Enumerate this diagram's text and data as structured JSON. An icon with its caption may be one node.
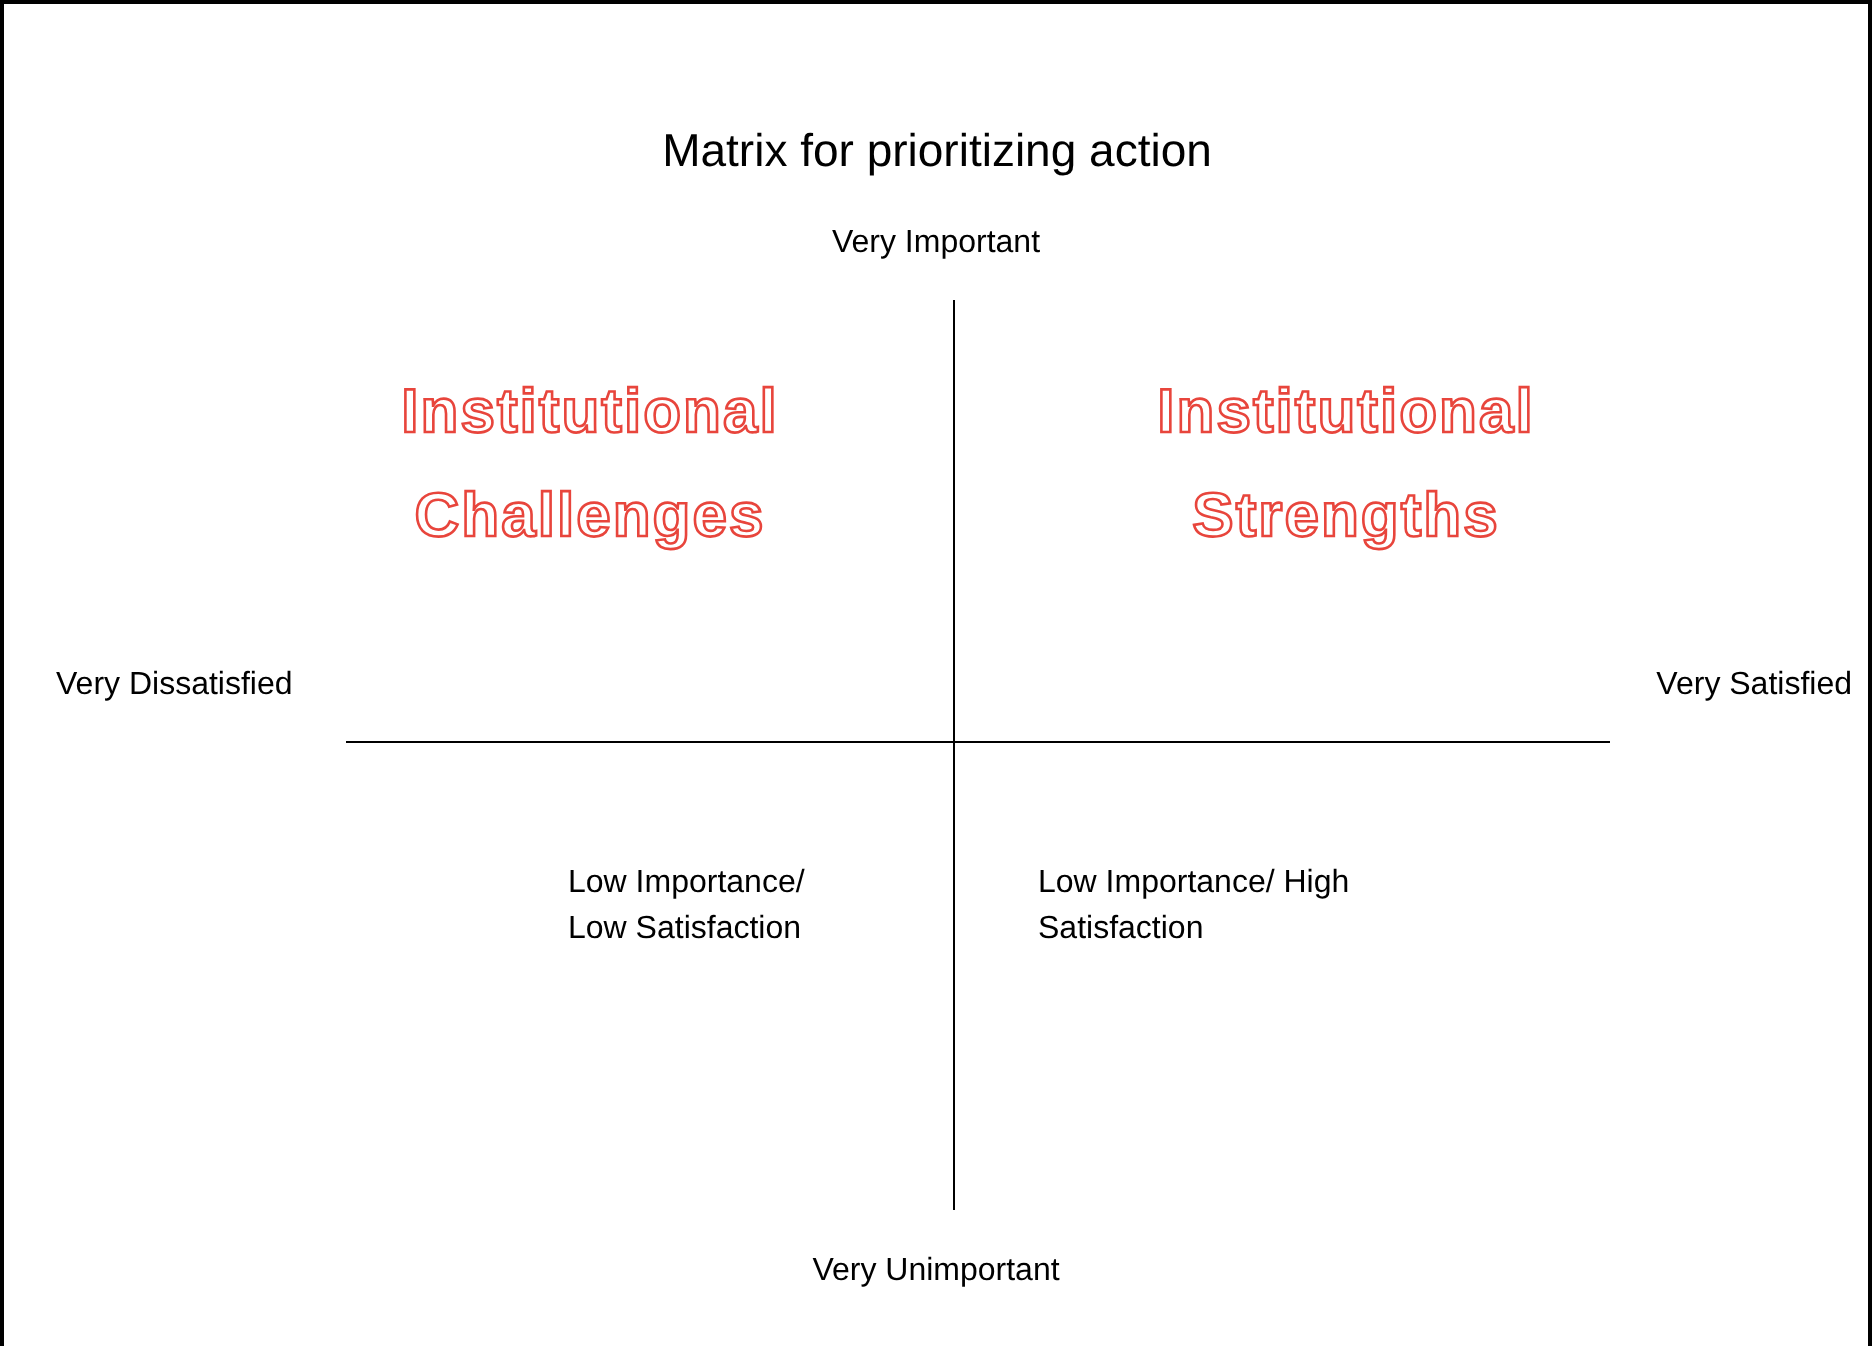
{
  "diagram": {
    "title": "Matrix for prioritizing action",
    "labels": [
      "Very Important",
      "Institutional Challenges",
      "Institutional Strengths",
      "Very Dissatisfied",
      "Very Satisfied",
      "Low Importance/ Low Satisfaction",
      "Low Importance/ High Satisfaction",
      "Very Unimportant"
    ]
  }
}
